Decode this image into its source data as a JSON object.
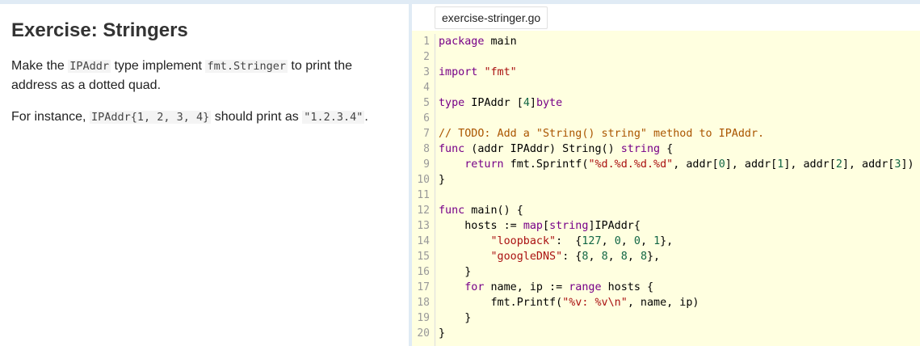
{
  "lesson": {
    "title": "Exercise: Stringers",
    "para1": {
      "t1": "Make the ",
      "c1": "IPAddr",
      "t2": " type implement ",
      "c2": "fmt.Stringer",
      "t3": " to print the address as a dotted quad."
    },
    "para2": {
      "t1": "For instance, ",
      "c1": "IPAddr{1, 2, 3, 4}",
      "t2": " should print as ",
      "c2": "\"1.2.3.4\"",
      "t3": "."
    }
  },
  "editor": {
    "filename": "exercise-stringer.go",
    "lines": [
      {
        "n": "1",
        "tokens": [
          [
            "kw",
            "package"
          ],
          [
            "",
            " main"
          ]
        ]
      },
      {
        "n": "2",
        "tokens": []
      },
      {
        "n": "3",
        "tokens": [
          [
            "kw",
            "import"
          ],
          [
            "",
            " "
          ],
          [
            "str",
            "\"fmt\""
          ]
        ]
      },
      {
        "n": "4",
        "tokens": []
      },
      {
        "n": "5",
        "tokens": [
          [
            "kw",
            "type"
          ],
          [
            "",
            " IPAddr ["
          ],
          [
            "num",
            "4"
          ],
          [
            "",
            "]"
          ],
          [
            "kw",
            "byte"
          ]
        ]
      },
      {
        "n": "6",
        "tokens": []
      },
      {
        "n": "7",
        "tokens": [
          [
            "com",
            "// TODO: Add a \"String() string\" method to IPAddr."
          ]
        ]
      },
      {
        "n": "8",
        "tokens": [
          [
            "kw",
            "func"
          ],
          [
            "",
            " (addr IPAddr) String() "
          ],
          [
            "kw",
            "string"
          ],
          [
            "",
            " {"
          ]
        ]
      },
      {
        "n": "9",
        "tokens": [
          [
            "",
            "    "
          ],
          [
            "kw",
            "return"
          ],
          [
            "",
            " fmt.Sprintf("
          ],
          [
            "str",
            "\"%d.%d.%d.%d\""
          ],
          [
            "",
            ", addr["
          ],
          [
            "num",
            "0"
          ],
          [
            "",
            "], addr["
          ],
          [
            "num",
            "1"
          ],
          [
            "",
            "], addr["
          ],
          [
            "num",
            "2"
          ],
          [
            "",
            "], addr["
          ],
          [
            "num",
            "3"
          ],
          [
            "",
            "])"
          ]
        ]
      },
      {
        "n": "10",
        "tokens": [
          [
            "",
            "}"
          ]
        ]
      },
      {
        "n": "11",
        "tokens": []
      },
      {
        "n": "12",
        "tokens": [
          [
            "kw",
            "func"
          ],
          [
            "",
            " main() {"
          ]
        ]
      },
      {
        "n": "13",
        "tokens": [
          [
            "",
            "    hosts := "
          ],
          [
            "kw",
            "map"
          ],
          [
            "",
            "["
          ],
          [
            "kw",
            "string"
          ],
          [
            "",
            "]IPAddr{"
          ]
        ]
      },
      {
        "n": "14",
        "tokens": [
          [
            "",
            "        "
          ],
          [
            "str",
            "\"loopback\""
          ],
          [
            "",
            ":  {"
          ],
          [
            "num",
            "127"
          ],
          [
            "",
            ", "
          ],
          [
            "num",
            "0"
          ],
          [
            "",
            ", "
          ],
          [
            "num",
            "0"
          ],
          [
            "",
            ", "
          ],
          [
            "num",
            "1"
          ],
          [
            "",
            "},"
          ]
        ]
      },
      {
        "n": "15",
        "tokens": [
          [
            "",
            "        "
          ],
          [
            "str",
            "\"googleDNS\""
          ],
          [
            "",
            ": {"
          ],
          [
            "num",
            "8"
          ],
          [
            "",
            ", "
          ],
          [
            "num",
            "8"
          ],
          [
            "",
            ", "
          ],
          [
            "num",
            "8"
          ],
          [
            "",
            ", "
          ],
          [
            "num",
            "8"
          ],
          [
            "",
            "},"
          ]
        ]
      },
      {
        "n": "16",
        "tokens": [
          [
            "",
            "    }"
          ]
        ]
      },
      {
        "n": "17",
        "tokens": [
          [
            "",
            "    "
          ],
          [
            "kw",
            "for"
          ],
          [
            "",
            " name, ip := "
          ],
          [
            "kw",
            "range"
          ],
          [
            "",
            " hosts {"
          ]
        ]
      },
      {
        "n": "18",
        "tokens": [
          [
            "",
            "        fmt.Printf("
          ],
          [
            "str",
            "\"%v: %v\\n\""
          ],
          [
            "",
            ", name, ip)"
          ]
        ]
      },
      {
        "n": "19",
        "tokens": [
          [
            "",
            "    }"
          ]
        ]
      },
      {
        "n": "20",
        "tokens": [
          [
            "",
            "}"
          ]
        ]
      }
    ]
  }
}
